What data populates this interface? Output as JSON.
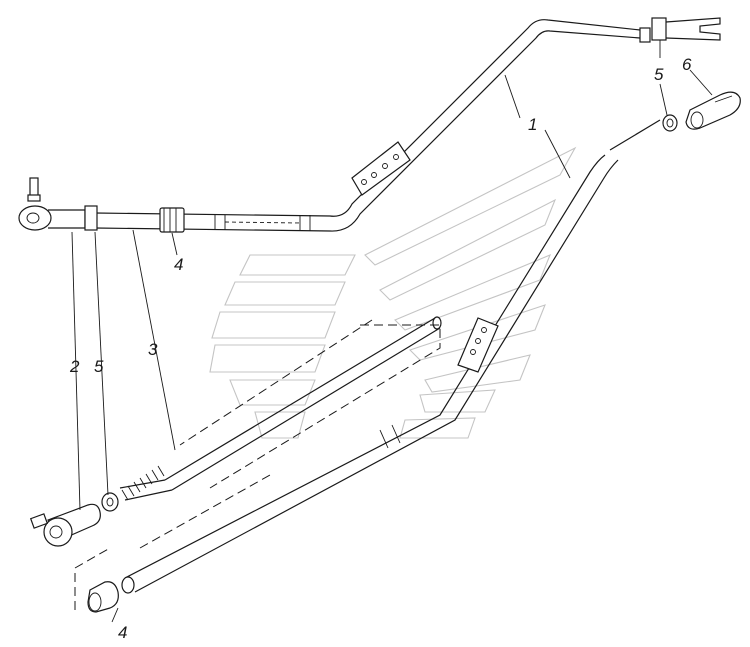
{
  "callouts": {
    "part_1": "1",
    "part_2": "2",
    "part_3": "3",
    "part_4_upper": "4",
    "part_4_lower": "4",
    "part_5_left": "5",
    "part_5_right": "5",
    "part_6": "6"
  },
  "colors": {
    "line": "#1a1a1a",
    "watermark": "#c4c4c4",
    "background": "#ffffff"
  }
}
